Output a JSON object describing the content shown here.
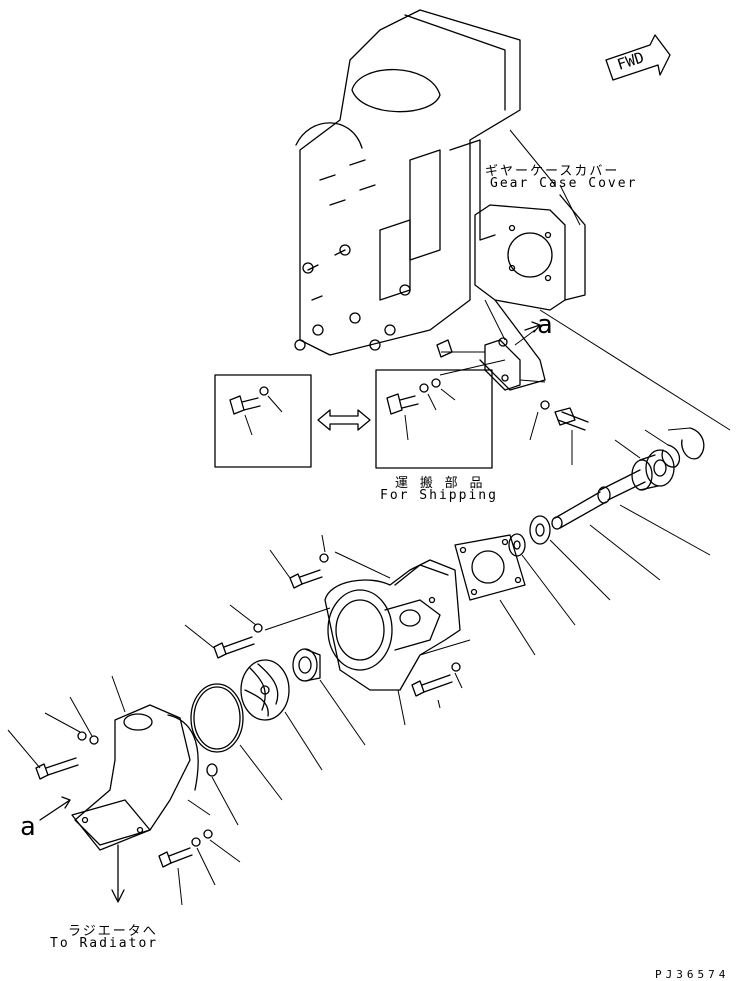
{
  "labels": {
    "gear_case_cover_jp": "ギヤーケースカバー",
    "gear_case_cover_en": "Gear Case Cover",
    "shipping_jp": "運 搬 部 品",
    "shipping_en": "For Shipping",
    "radiator_jp": "ラジエータへ",
    "radiator_en": "To Radiator",
    "forward": "FWD",
    "view_marker_top": "a",
    "view_marker_bottom": "a",
    "drawing_code": "PJ36574"
  }
}
